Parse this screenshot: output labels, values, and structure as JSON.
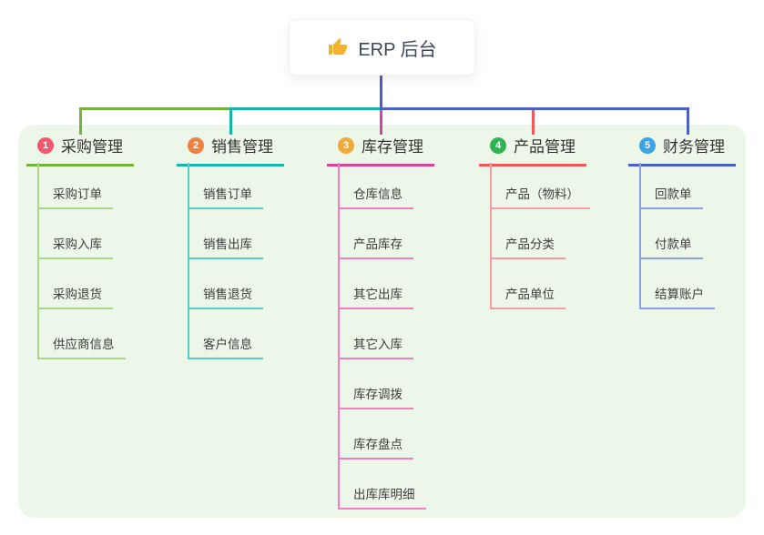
{
  "root": {
    "title": "ERP 后台",
    "icon": "thumbs-up-icon",
    "icon_color": "#f5b02c"
  },
  "branches": [
    {
      "badge": "1",
      "label": "采购管理",
      "colors": {
        "accent": "#74b43c",
        "light": "#a9d489",
        "badge": "#f2596f"
      },
      "children": [
        "采购订单",
        "采购入库",
        "采购退货",
        "供应商信息"
      ]
    },
    {
      "badge": "2",
      "label": "销售管理",
      "colors": {
        "accent": "#17b5ab",
        "light": "#58cdc2",
        "badge": "#ef8140"
      },
      "children": [
        "销售订单",
        "销售出库",
        "销售退货",
        "客户信息"
      ]
    },
    {
      "badge": "3",
      "label": "库存管理",
      "colors": {
        "accent": "#d9449b",
        "light": "#f07ec0",
        "badge": "#f3a93a"
      },
      "children": [
        "仓库信息",
        "产品库存",
        "其它出库",
        "其它入库",
        "库存调拨",
        "库存盘点",
        "出库库明细"
      ]
    },
    {
      "badge": "4",
      "label": "产品管理",
      "colors": {
        "accent": "#f2555a",
        "light": "#f59c9c",
        "badge": "#2db553"
      },
      "children": [
        "产品（物料）",
        "产品分类",
        "产品单位"
      ]
    },
    {
      "badge": "5",
      "label": "财务管理",
      "colors": {
        "accent": "#4a60c8",
        "light": "#8ba3de",
        "badge": "#3ba3e6"
      },
      "children": [
        "回款单",
        "付款单",
        "结算账户"
      ]
    }
  ],
  "panel_color": "#edf7e9"
}
